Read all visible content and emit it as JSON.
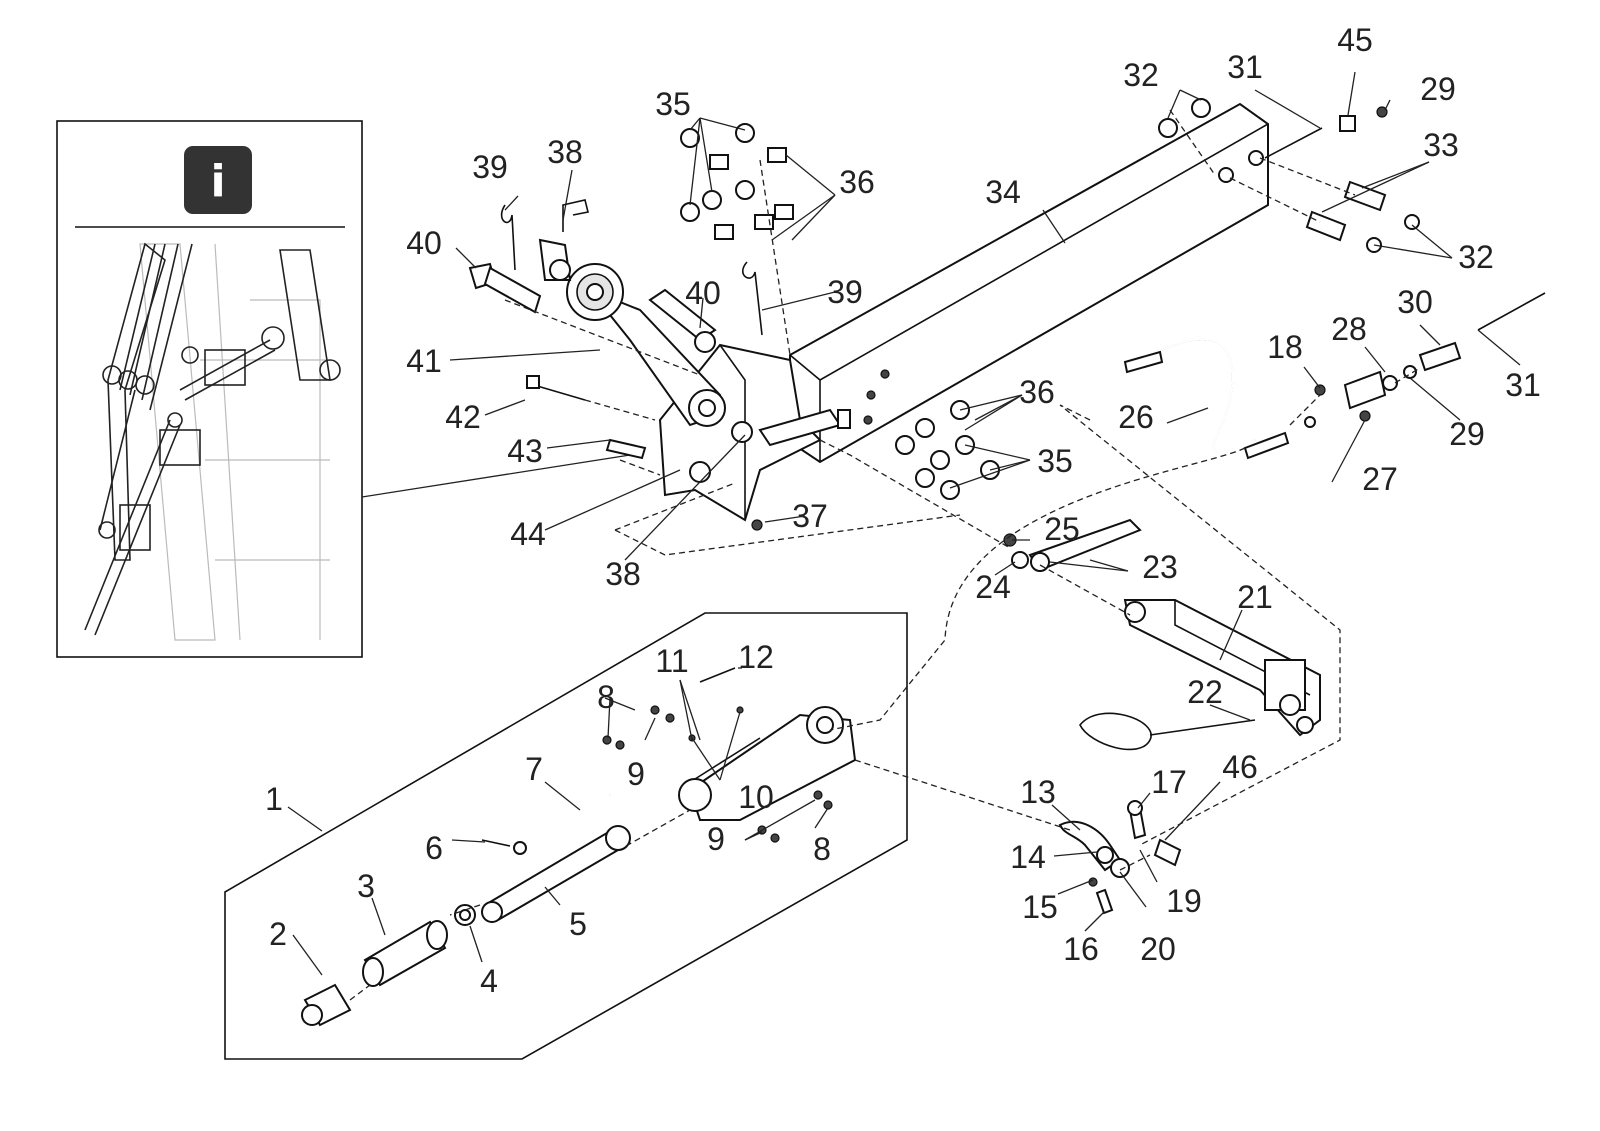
{
  "info_icon": {
    "symbol": "i",
    "color": "#333333"
  },
  "callouts": [
    {
      "id": "c1",
      "text": "1"
    },
    {
      "id": "c2",
      "text": "2"
    },
    {
      "id": "c3",
      "text": "3"
    },
    {
      "id": "c4",
      "text": "4"
    },
    {
      "id": "c5",
      "text": "5"
    },
    {
      "id": "c6",
      "text": "6"
    },
    {
      "id": "c7",
      "text": "7"
    },
    {
      "id": "c8a",
      "text": "8"
    },
    {
      "id": "c8b",
      "text": "8"
    },
    {
      "id": "c9a",
      "text": "9"
    },
    {
      "id": "c9b",
      "text": "9"
    },
    {
      "id": "c10",
      "text": "10"
    },
    {
      "id": "c11",
      "text": "11"
    },
    {
      "id": "c12",
      "text": "12"
    },
    {
      "id": "c13",
      "text": "13"
    },
    {
      "id": "c14",
      "text": "14"
    },
    {
      "id": "c15",
      "text": "15"
    },
    {
      "id": "c16",
      "text": "16"
    },
    {
      "id": "c17",
      "text": "17"
    },
    {
      "id": "c18",
      "text": "18"
    },
    {
      "id": "c19",
      "text": "19"
    },
    {
      "id": "c20",
      "text": "20"
    },
    {
      "id": "c21",
      "text": "21"
    },
    {
      "id": "c22",
      "text": "22"
    },
    {
      "id": "c23",
      "text": "23"
    },
    {
      "id": "c24",
      "text": "24"
    },
    {
      "id": "c25",
      "text": "25"
    },
    {
      "id": "c26",
      "text": "26"
    },
    {
      "id": "c27",
      "text": "27"
    },
    {
      "id": "c28",
      "text": "28"
    },
    {
      "id": "c29a",
      "text": "29"
    },
    {
      "id": "c29b",
      "text": "29"
    },
    {
      "id": "c30",
      "text": "30"
    },
    {
      "id": "c31a",
      "text": "31"
    },
    {
      "id": "c31b",
      "text": "31"
    },
    {
      "id": "c32a",
      "text": "32"
    },
    {
      "id": "c32b",
      "text": "32"
    },
    {
      "id": "c33",
      "text": "33"
    },
    {
      "id": "c34",
      "text": "34"
    },
    {
      "id": "c35a",
      "text": "35"
    },
    {
      "id": "c35b",
      "text": "35"
    },
    {
      "id": "c36a",
      "text": "36"
    },
    {
      "id": "c36b",
      "text": "36"
    },
    {
      "id": "c37",
      "text": "37"
    },
    {
      "id": "c38a",
      "text": "38"
    },
    {
      "id": "c38b",
      "text": "38"
    },
    {
      "id": "c39a",
      "text": "39"
    },
    {
      "id": "c39b",
      "text": "39"
    },
    {
      "id": "c40a",
      "text": "40"
    },
    {
      "id": "c40b",
      "text": "40"
    },
    {
      "id": "c41",
      "text": "41"
    },
    {
      "id": "c42",
      "text": "42"
    },
    {
      "id": "c43",
      "text": "43"
    },
    {
      "id": "c44",
      "text": "44"
    },
    {
      "id": "c45",
      "text": "45"
    },
    {
      "id": "c46",
      "text": "46"
    }
  ]
}
